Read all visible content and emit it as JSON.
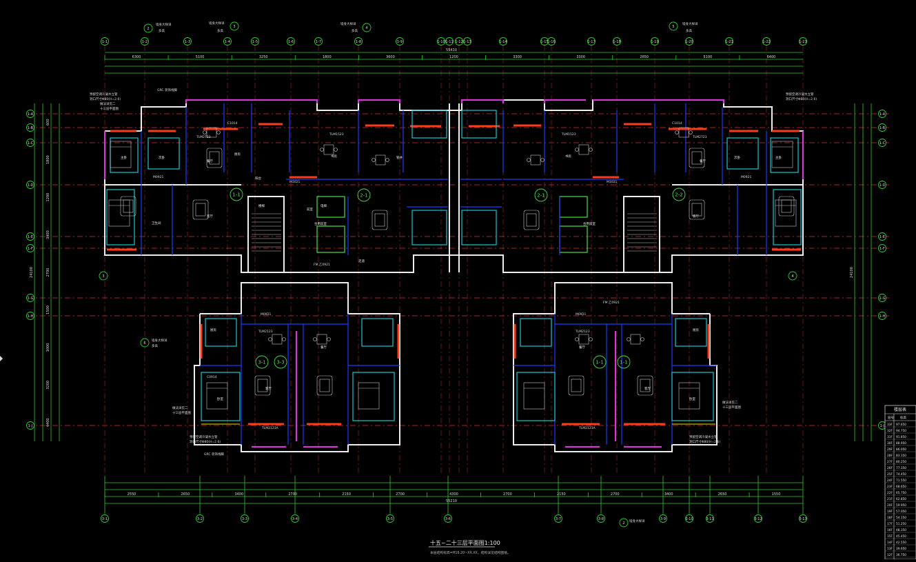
{
  "drawing": {
    "title": "十五~二十三层平面图1:100",
    "note": "本层结构标高=H16.20~XX.XX，结构详见结构图纸。"
  },
  "axes": {
    "top": [
      "1-1",
      "1-2",
      "1-3",
      "1-4",
      "1-5",
      "1-6",
      "1-7",
      "1-8",
      "1-9",
      "1-10",
      "1-11",
      "1-12",
      "1-13",
      "1-14",
      "1-15",
      "1-16",
      "1-17",
      "1-18",
      "1-19",
      "1-20",
      "1-21",
      "1-22",
      "1-23"
    ],
    "left": [
      "1-A",
      "1-B",
      "1-C",
      "1-D",
      "1-E",
      "1-F",
      "1-G",
      "1-H",
      "1-J"
    ],
    "bottom": [
      "3-1",
      "3-2",
      "3-3",
      "3-4",
      "3-5",
      "3-6",
      "3-7",
      "3-8",
      "3-9",
      "3-10",
      "3-11",
      "3-12",
      "3-13"
    ]
  },
  "dimensions": {
    "top_total": "55410",
    "top_segments": [
      "6300",
      "5100",
      "3250",
      "1800",
      "3600",
      "1200",
      "3300",
      "3300",
      "2650",
      "5100",
      "6400"
    ],
    "bottom_total": "55210",
    "bottom_segments": [
      "2550",
      "2650",
      "3400",
      "2700",
      "2150",
      "2700",
      "4300",
      "2700",
      "2150",
      "2700",
      "3400",
      "2650",
      "1550"
    ],
    "left_total": "24100",
    "left_segments": [
      "600",
      "1800",
      "1200",
      "3400",
      "2700",
      "1500",
      "1000",
      "3200",
      "4400"
    ]
  },
  "unit_labels": [
    "1-1",
    "2-1",
    "2-1",
    "2-2",
    "3-1",
    "3-3",
    "1-1",
    "1-1"
  ],
  "rooms": [
    "主卧",
    "次卧",
    "客厅",
    "餐厅",
    "厨房",
    "卫生间",
    "书房",
    "阳台",
    "前室",
    "走道",
    "电梯",
    "楼梯",
    "合用前室",
    "管井",
    "客厅",
    "卧室",
    "厨房",
    "餐厅"
  ],
  "doors": [
    "TLM2723",
    "C1014",
    "M0921",
    "TLM1523",
    "FM 乙0921",
    "M0921",
    "TLM2123",
    "C0914",
    "TLM2123A",
    "M1021"
  ],
  "callouts": [
    {
      "circle": "2",
      "text": "墙身大样详",
      "sub": "多高"
    },
    {
      "circle": "3",
      "text": "墙身大样详",
      "sub": "多高"
    },
    {
      "circle": "4",
      "text": "墙身大样详",
      "sub": "多高"
    },
    {
      "circle": "5",
      "text": "墙身大样详",
      "sub": "多高"
    },
    {
      "circle": "6",
      "text": "墙身大样详",
      "sub": "多高"
    }
  ],
  "notes_left": [
    "预留空调冷凝水立管",
    "洞口尺寸Φ80(H=2.6)",
    "GRC 装饰线脚",
    "做法详见二",
    "十三层平面图"
  ],
  "legend": {
    "header": "楼层表",
    "col1": "层号",
    "col2": "标高",
    "rows": [
      [
        "33F",
        "97.650"
      ],
      [
        "32F",
        "94.750"
      ],
      [
        "31F",
        "91.850"
      ],
      [
        "30F",
        "88.950"
      ],
      [
        "29F",
        "86.050"
      ],
      [
        "28F",
        "83.150"
      ],
      [
        "27F",
        "80.250"
      ],
      [
        "26F",
        "77.350"
      ],
      [
        "25F",
        "74.450"
      ],
      [
        "24F",
        "71.550"
      ],
      [
        "23F",
        "68.650"
      ],
      [
        "22F",
        "65.750"
      ],
      [
        "21F",
        "62.850"
      ],
      [
        "20F",
        "59.950"
      ],
      [
        "19F",
        "57.050"
      ],
      [
        "18F",
        "54.150"
      ],
      [
        "17F",
        "51.250"
      ],
      [
        "16F",
        "48.350"
      ],
      [
        "15F",
        "45.450"
      ],
      [
        "14F",
        "42.550"
      ],
      [
        "13F",
        "39.650"
      ],
      [
        "12F",
        "36.750"
      ]
    ]
  },
  "colors": {
    "background": "#000000",
    "axis_line": "#dd3333",
    "dimension": "#2ecc2e",
    "wall_primary": "#eeeeee",
    "wall_blue": "#1a3cff",
    "wall_magenta": "#d23bd2",
    "wall_cyan": "#19c7d1",
    "wall_red": "#ff3b1a"
  }
}
